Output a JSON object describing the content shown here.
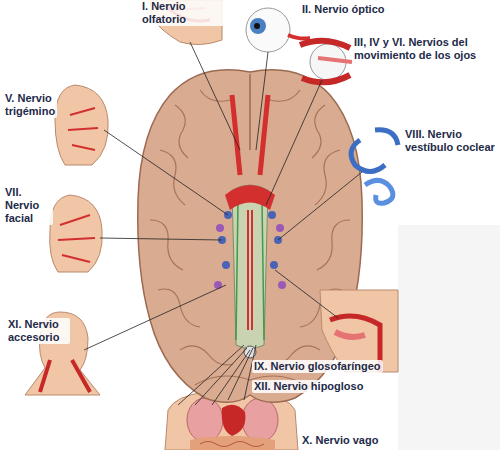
{
  "diagram": {
    "labels": [
      "I. Nervio olfatorio",
      "II. Nervio óptico",
      "III, IV y VI. Nervios del movimiento de los ojos",
      "V. Nervio trigémino",
      "VII. Nervio facial",
      "VIII. Nervio vestíbulo coclear",
      "XI. Nervio accesorio",
      "IX. Nervio glosofaríngeo",
      "XII. Nervio hipogloso",
      "X. Nervio vago"
    ]
  }
}
